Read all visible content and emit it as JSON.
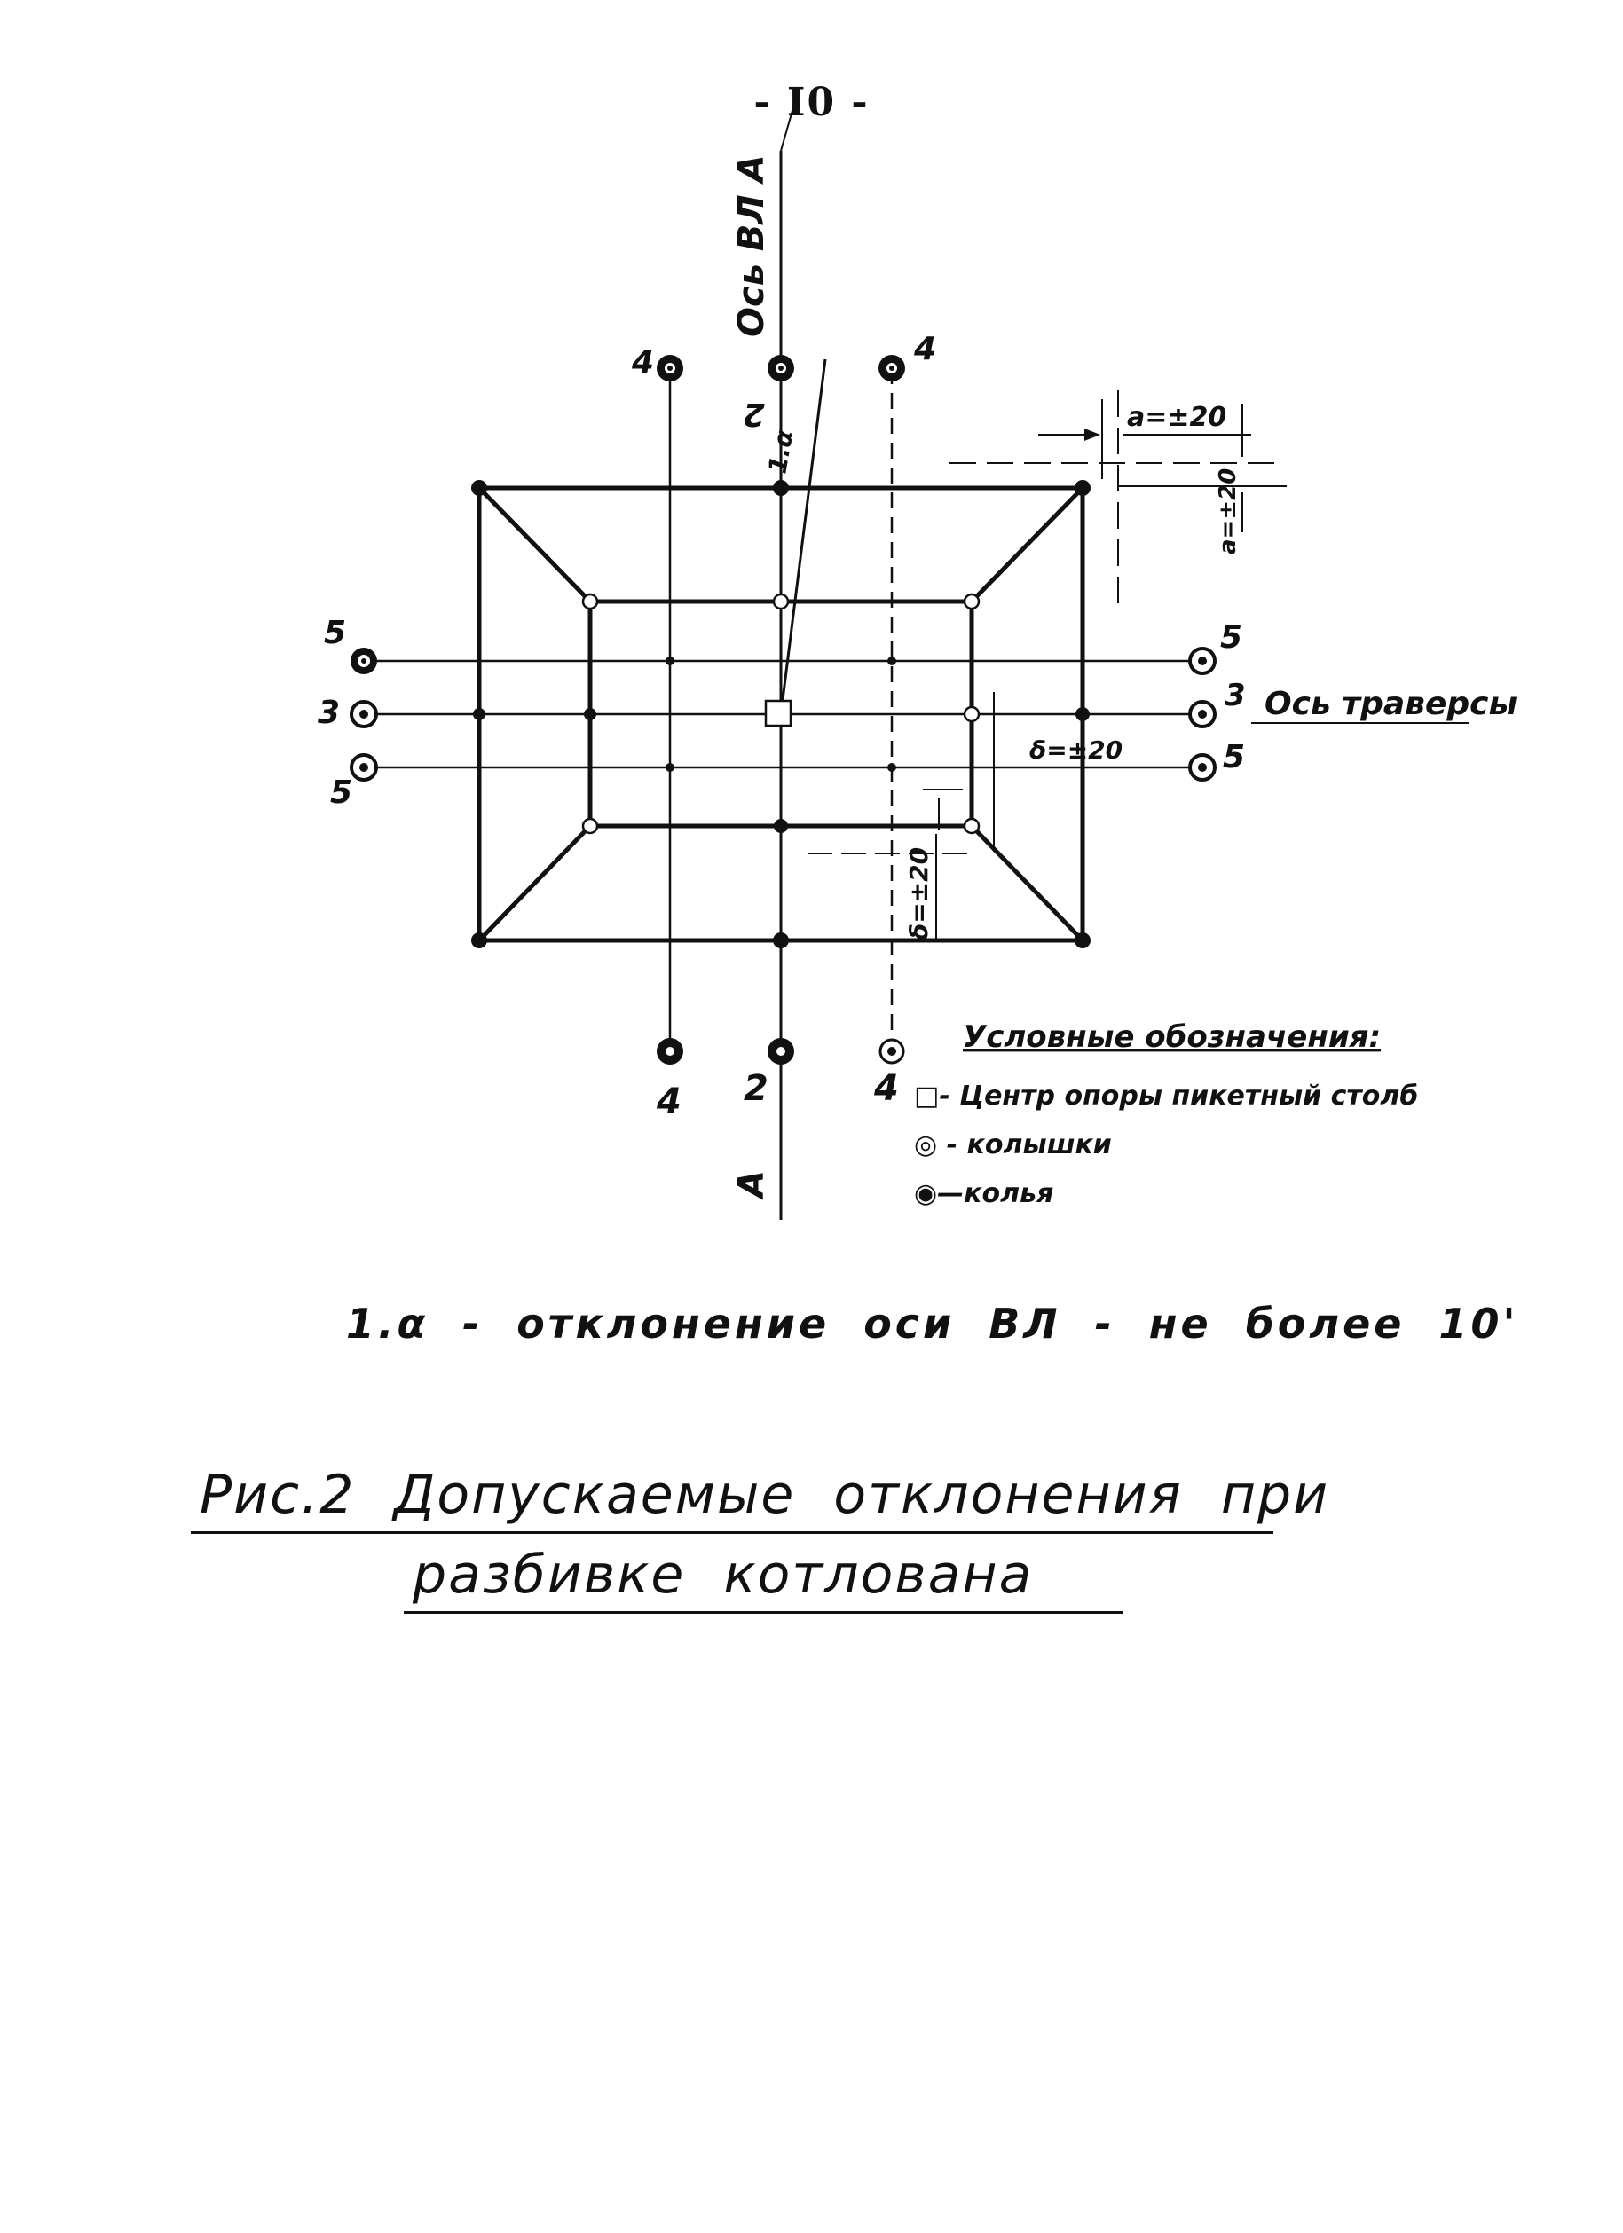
{
  "page": {
    "number": "- I0 -"
  },
  "diagram": {
    "axis_vl_label": "Ось ВЛ А",
    "axis_traverse_label": "Ось траверсы",
    "section_marker": "А",
    "angle_label": "1.α",
    "dimensions": {
      "a_top": "a=±20",
      "a_side": "a=±20",
      "delta_right": "δ=±20",
      "delta_bottom": "δ=±20"
    },
    "point_labels": {
      "top_left": "4",
      "top_center": "2",
      "top_right": "4",
      "bottom_left": "4",
      "bottom_center": "2",
      "bottom_right": "4",
      "left_top": "5",
      "left_middle": "3",
      "left_bottom": "5",
      "right_top": "5",
      "right_middle": "3",
      "right_bottom": "5"
    },
    "legend": {
      "title": "Условные обозначения:",
      "items": [
        {
          "symbol": "square-icon",
          "text": "□- Центр опоры пикетный столб"
        },
        {
          "symbol": "small-stake-icon",
          "text": "◎ - колышки"
        },
        {
          "symbol": "large-stake-icon",
          "text": "◉—колья"
        }
      ]
    }
  },
  "note": "1.α - отклонение оси ВЛ - не более 10'",
  "caption": {
    "line1": "Рис.2 Допускаемые отклонения при",
    "line2": "разбивке котлована"
  }
}
